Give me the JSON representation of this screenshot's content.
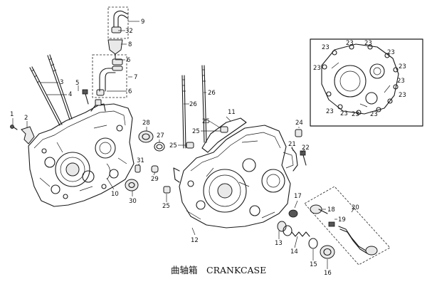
{
  "caption": {
    "chinese": "曲轴箱",
    "english": "CRANKCASE"
  },
  "callouts": {
    "c1": "1",
    "c2": "2",
    "c3": "3",
    "c4": "4",
    "c5": "5",
    "c6a": "6",
    "c6b": "6",
    "c7": "7",
    "c8": "8",
    "c9": "9",
    "c10": "10",
    "c11": "11",
    "c12": "12",
    "c13": "13",
    "c14": "14",
    "c15": "15",
    "c16": "16",
    "c17": "17",
    "c18": "18",
    "c19": "19",
    "c20": "20",
    "c21": "21",
    "c22": "22",
    "c24": "24",
    "c25a": "25",
    "c25b": "25",
    "c25c": "25",
    "c26a": "26",
    "c26b": "26",
    "c27": "27",
    "c28": "28",
    "c29": "29",
    "c30": "30",
    "c31": "31",
    "c32": "32",
    "c23a": "23",
    "c23b": "23",
    "c23c": "23",
    "c23d": "23",
    "c23e": "23",
    "c23f": "23",
    "c23g": "23",
    "c23h": "23",
    "c23i": "23",
    "c23j": "23",
    "c23k": "23",
    "c23l": "23"
  }
}
